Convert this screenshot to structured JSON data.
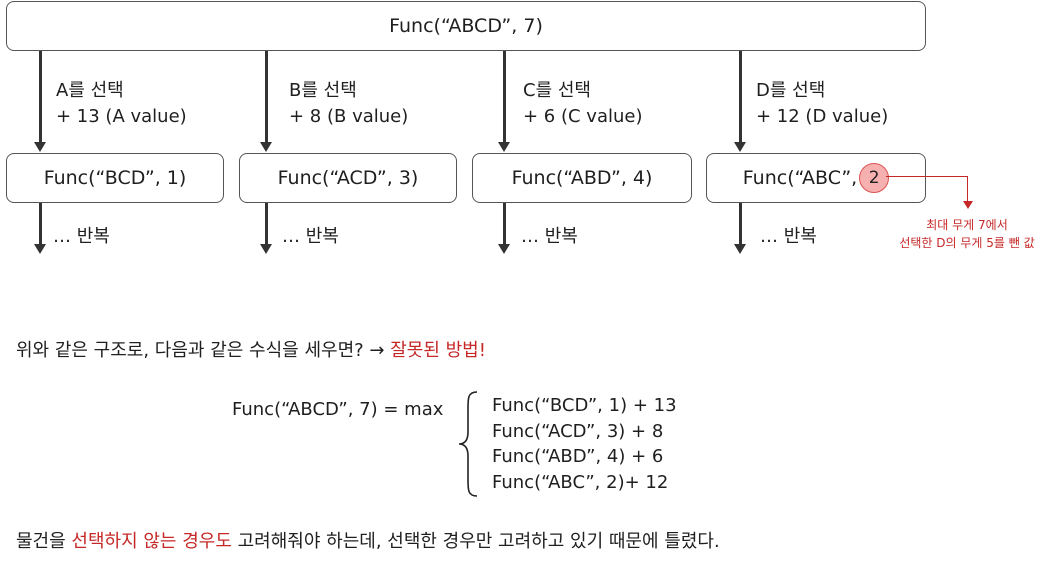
{
  "root": {
    "label": "Func(“ABCD”, 7)"
  },
  "branches": [
    {
      "choice": "A를 선택",
      "gain": "+ 13 (A value)",
      "child": "Func(“BCD”, 1)",
      "repeat": "… 반복"
    },
    {
      "choice": "B를 선택",
      "gain": "+ 8 (B value)",
      "child": "Func(“ACD”,  3)",
      "repeat": "… 반복"
    },
    {
      "choice": "C를 선택",
      "gain": "+ 6 (C value)",
      "child": "Func(“ABD”,  4)",
      "repeat": "… 반복"
    },
    {
      "choice": "D를 선택",
      "gain": "+ 12 (D value)",
      "child_prefix": "Func(“ABC”, ",
      "child_circled": "2",
      "repeat": "… 반복"
    }
  ],
  "annotation": {
    "line1": "최대 무게 7에서",
    "line2": "선택한 D의 무게 5를 뺀 값"
  },
  "statement": {
    "text": "위와 같은 구조로, 다음과 같은 수식을 세우면? → ",
    "highlight": "잘못된 방법!"
  },
  "equation": {
    "lhs": "Func(“ABCD”, 7) = max",
    "brace": "{",
    "rows": [
      "Func(“BCD”, 1) + 13",
      "Func(“ACD”, 3) + 8",
      "Func(“ABD”, 4) + 6",
      "Func(“ABC”, 2)+ 12"
    ]
  },
  "conclusion": {
    "prefix": "물건을 ",
    "highlight": "선택하지 않는 경우도",
    "suffix": " 고려해줘야 하는데, 선택한 경우만 고려하고 있기 때문에 틀렸다."
  },
  "colors": {
    "accent_red": "#c62828",
    "circle_fill": "#f6b0b0"
  }
}
